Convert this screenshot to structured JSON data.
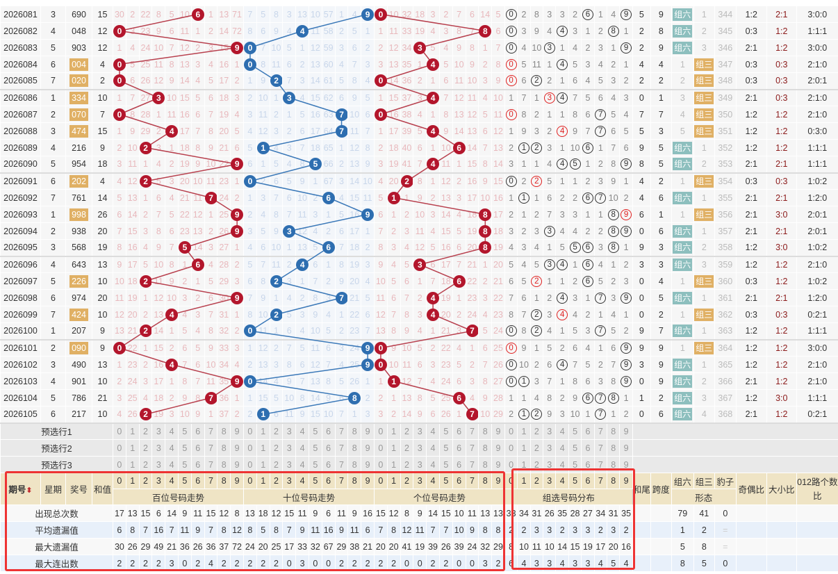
{
  "preselect_labels": [
    "预选行1",
    "预选行2",
    "预选行3"
  ],
  "header": {
    "period": "期号",
    "sort_icon": "sort-icon",
    "weekday": "星期",
    "number": "奖号",
    "sum": "和值",
    "hundreds": "百位号码走势",
    "tens": "十位号码走势",
    "units": "个位号码走势",
    "zuxuan": "组选号码分布",
    "sum_tail": "和尾",
    "span": "跨度",
    "zu6": "组六",
    "zu3": "组三",
    "baozi": "豹子",
    "form": "形态",
    "odd_even": "奇偶比",
    "big_small": "大小比",
    "road012": "012路个数比"
  },
  "digits": [
    "0",
    "1",
    "2",
    "3",
    "4",
    "5",
    "6",
    "7",
    "8",
    "9"
  ],
  "colors": {
    "red_ball": "#b3162c",
    "blue_ball": "#2e6eb0",
    "zu6": "#8dbfbe",
    "zu3": "#e0b064",
    "header": "#efe4c5"
  },
  "first_row_omission": {
    "hundreds": [
      30,
      2,
      22,
      8,
      5,
      10,
      0,
      1,
      13,
      71
    ],
    "tens": [
      7,
      5,
      8,
      3,
      13,
      10,
      57,
      1,
      4,
      0
    ],
    "units": [
      0,
      10,
      32,
      18,
      3,
      2,
      7,
      6,
      14,
      5
    ],
    "zuxuan": [
      0,
      2,
      8,
      3,
      3,
      2,
      0,
      1,
      4,
      0
    ]
  },
  "draws": [
    {
      "period": "2026081",
      "weekday": "3",
      "number": "690",
      "sum": "15",
      "sum_tail": "5",
      "span": "9",
      "form": "组六",
      "form_count": "1",
      "baozi_omit": "344",
      "odd_even": "1:2",
      "big_small": "2:1",
      "road012": "3:0:0"
    },
    {
      "period": "2026082",
      "weekday": "4",
      "number": "048",
      "sum": "12",
      "sum_tail": "2",
      "span": "8",
      "form": "组六",
      "form_count": "2",
      "baozi_omit": "345",
      "odd_even": "0:3",
      "big_small": "1:2",
      "road012": "1:1:1"
    },
    {
      "period": "2026083",
      "weekday": "5",
      "number": "903",
      "sum": "12",
      "sum_tail": "2",
      "span": "9",
      "form": "组六",
      "form_count": "3",
      "baozi_omit": "346",
      "odd_even": "2:1",
      "big_small": "1:2",
      "road012": "3:0:0"
    },
    {
      "period": "2026084",
      "weekday": "6",
      "number": "004",
      "sum": "4",
      "sum_tail": "4",
      "span": "4",
      "form": "组三",
      "form_count": "1",
      "baozi_omit": "347",
      "odd_even": "0:3",
      "big_small": "0:3",
      "road012": "2:1:0"
    },
    {
      "period": "2026085",
      "weekday": "7",
      "number": "020",
      "sum": "2",
      "sum_tail": "2",
      "span": "2",
      "form": "组三",
      "form_count": "2",
      "baozi_omit": "348",
      "odd_even": "0:3",
      "big_small": "0:3",
      "road012": "2:0:1"
    },
    {
      "period": "2026086",
      "weekday": "1",
      "number": "334",
      "sum": "10",
      "sum_tail": "0",
      "span": "1",
      "form": "组三",
      "form_count": "3",
      "baozi_omit": "349",
      "odd_even": "2:1",
      "big_small": "0:3",
      "road012": "2:1:0"
    },
    {
      "period": "2026087",
      "weekday": "2",
      "number": "070",
      "sum": "7",
      "sum_tail": "7",
      "span": "7",
      "form": "组三",
      "form_count": "4",
      "baozi_omit": "350",
      "odd_even": "1:2",
      "big_small": "1:2",
      "road012": "2:1:0"
    },
    {
      "period": "2026088",
      "weekday": "3",
      "number": "474",
      "sum": "15",
      "sum_tail": "5",
      "span": "3",
      "form": "组三",
      "form_count": "5",
      "baozi_omit": "351",
      "odd_even": "1:2",
      "big_small": "1:2",
      "road012": "0:3:0"
    },
    {
      "period": "2026089",
      "weekday": "4",
      "number": "216",
      "sum": "9",
      "sum_tail": "9",
      "span": "5",
      "form": "组六",
      "form_count": "1",
      "baozi_omit": "352",
      "odd_even": "1:2",
      "big_small": "1:2",
      "road012": "1:1:1"
    },
    {
      "period": "2026090",
      "weekday": "5",
      "number": "954",
      "sum": "18",
      "sum_tail": "8",
      "span": "5",
      "form": "组六",
      "form_count": "2",
      "baozi_omit": "353",
      "odd_even": "2:1",
      "big_small": "2:1",
      "road012": "1:1:1"
    },
    {
      "period": "2026091",
      "weekday": "6",
      "number": "202",
      "sum": "4",
      "sum_tail": "4",
      "span": "2",
      "form": "组三",
      "form_count": "1",
      "baozi_omit": "354",
      "odd_even": "0:3",
      "big_small": "0:3",
      "road012": "1:0:2"
    },
    {
      "period": "2026092",
      "weekday": "7",
      "number": "761",
      "sum": "14",
      "sum_tail": "4",
      "span": "6",
      "form": "组六",
      "form_count": "1",
      "baozi_omit": "355",
      "odd_even": "2:1",
      "big_small": "2:1",
      "road012": "1:2:0"
    },
    {
      "period": "2026093",
      "weekday": "1",
      "number": "998",
      "sum": "26",
      "sum_tail": "6",
      "span": "1",
      "form": "组三",
      "form_count": "1",
      "baozi_omit": "356",
      "odd_even": "2:1",
      "big_small": "3:0",
      "road012": "2:0:1"
    },
    {
      "period": "2026094",
      "weekday": "2",
      "number": "938",
      "sum": "20",
      "sum_tail": "0",
      "span": "6",
      "form": "组六",
      "form_count": "1",
      "baozi_omit": "357",
      "odd_even": "2:1",
      "big_small": "2:1",
      "road012": "2:0:1"
    },
    {
      "period": "2026095",
      "weekday": "3",
      "number": "568",
      "sum": "19",
      "sum_tail": "9",
      "span": "3",
      "form": "组六",
      "form_count": "2",
      "baozi_omit": "358",
      "odd_even": "1:2",
      "big_small": "3:0",
      "road012": "1:0:2"
    },
    {
      "period": "2026096",
      "weekday": "4",
      "number": "643",
      "sum": "13",
      "sum_tail": "3",
      "span": "3",
      "form": "组六",
      "form_count": "3",
      "baozi_omit": "359",
      "odd_even": "1:2",
      "big_small": "1:2",
      "road012": "2:1:0"
    },
    {
      "period": "2026097",
      "weekday": "5",
      "number": "226",
      "sum": "10",
      "sum_tail": "0",
      "span": "4",
      "form": "组三",
      "form_count": "1",
      "baozi_omit": "360",
      "odd_even": "0:3",
      "big_small": "1:2",
      "road012": "1:0:2"
    },
    {
      "period": "2026098",
      "weekday": "6",
      "number": "974",
      "sum": "20",
      "sum_tail": "0",
      "span": "5",
      "form": "组六",
      "form_count": "1",
      "baozi_omit": "361",
      "odd_even": "2:1",
      "big_small": "2:1",
      "road012": "1:2:0"
    },
    {
      "period": "2026099",
      "weekday": "7",
      "number": "424",
      "sum": "10",
      "sum_tail": "0",
      "span": "2",
      "form": "组三",
      "form_count": "1",
      "baozi_omit": "362",
      "odd_even": "0:3",
      "big_small": "0:3",
      "road012": "0:2:1"
    },
    {
      "period": "2026100",
      "weekday": "1",
      "number": "207",
      "sum": "9",
      "sum_tail": "9",
      "span": "7",
      "form": "组六",
      "form_count": "1",
      "baozi_omit": "363",
      "odd_even": "1:2",
      "big_small": "1:2",
      "road012": "1:1:1"
    },
    {
      "period": "2026101",
      "weekday": "2",
      "number": "090",
      "sum": "9",
      "sum_tail": "9",
      "span": "9",
      "form": "组三",
      "form_count": "1",
      "baozi_omit": "364",
      "odd_even": "1:2",
      "big_small": "1:2",
      "road012": "3:0:0"
    },
    {
      "period": "2026102",
      "weekday": "3",
      "number": "490",
      "sum": "13",
      "sum_tail": "3",
      "span": "9",
      "form": "组六",
      "form_count": "1",
      "baozi_omit": "365",
      "odd_even": "1:2",
      "big_small": "1:2",
      "road012": "2:1:0"
    },
    {
      "period": "2026103",
      "weekday": "4",
      "number": "901",
      "sum": "10",
      "sum_tail": "0",
      "span": "9",
      "form": "组六",
      "form_count": "2",
      "baozi_omit": "366",
      "odd_even": "2:1",
      "big_small": "1:2",
      "road012": "2:1:0"
    },
    {
      "period": "2026104",
      "weekday": "5",
      "number": "786",
      "sum": "21",
      "sum_tail": "1",
      "span": "2",
      "form": "组六",
      "form_count": "3",
      "baozi_omit": "367",
      "odd_even": "1:2",
      "big_small": "3:0",
      "road012": "1:1:1"
    },
    {
      "period": "2026105",
      "weekday": "6",
      "number": "217",
      "sum": "10",
      "sum_tail": "0",
      "span": "6",
      "form": "组六",
      "form_count": "4",
      "baozi_omit": "368",
      "odd_even": "2:1",
      "big_small": "1:2",
      "road012": "0:2:1"
    }
  ],
  "stats": [
    {
      "label": "出现总次数",
      "hundreds": [
        "17",
        "13",
        "15",
        "6",
        "14",
        "9",
        "11",
        "15",
        "12",
        "8"
      ],
      "tens": [
        "13",
        "18",
        "12",
        "15",
        "11",
        "9",
        "6",
        "11",
        "9",
        "16"
      ],
      "units": [
        "15",
        "12",
        "8",
        "9",
        "14",
        "15",
        "10",
        "11",
        "13",
        "13"
      ],
      "zuxuan": [
        "33",
        "34",
        "31",
        "26",
        "35",
        "28",
        "27",
        "34",
        "31",
        "35"
      ],
      "form": [
        "79",
        "41",
        "0"
      ]
    },
    {
      "label": "平均遗漏值",
      "hundreds": [
        "6",
        "8",
        "7",
        "16",
        "7",
        "11",
        "9",
        "7",
        "8",
        "12"
      ],
      "tens": [
        "8",
        "5",
        "8",
        "7",
        "9",
        "11",
        "16",
        "9",
        "11",
        "6"
      ],
      "units": [
        "7",
        "8",
        "12",
        "11",
        "7",
        "7",
        "10",
        "9",
        "8",
        "8"
      ],
      "zuxuan": [
        "2",
        "2",
        "3",
        "3",
        "2",
        "3",
        "3",
        "2",
        "3",
        "2"
      ],
      "form": [
        "1",
        "2",
        "="
      ]
    },
    {
      "label": "最大遗漏值",
      "hundreds": [
        "30",
        "26",
        "29",
        "49",
        "21",
        "36",
        "26",
        "36",
        "37",
        "72"
      ],
      "tens": [
        "24",
        "20",
        "25",
        "17",
        "33",
        "32",
        "67",
        "29",
        "38",
        "21"
      ],
      "units": [
        "20",
        "20",
        "41",
        "19",
        "39",
        "26",
        "39",
        "24",
        "32",
        "29"
      ],
      "zuxuan": [
        "8",
        "10",
        "11",
        "10",
        "14",
        "15",
        "19",
        "17",
        "20",
        "16"
      ],
      "form": [
        "5",
        "8",
        "="
      ]
    },
    {
      "label": "最大连出数",
      "hundreds": [
        "2",
        "2",
        "2",
        "2",
        "3",
        "0",
        "2",
        "4",
        "2",
        "2"
      ],
      "tens": [
        "2",
        "2",
        "2",
        "0",
        "3",
        "0",
        "0",
        "2",
        "2",
        "2"
      ],
      "units": [
        "2",
        "2",
        "0",
        "0",
        "2",
        "2",
        "0",
        "0",
        "3",
        "2"
      ],
      "zuxuan": [
        "6",
        "4",
        "3",
        "3",
        "4",
        "3",
        "3",
        "4",
        "5",
        "4"
      ],
      "form": [
        "8",
        "5",
        "0"
      ]
    }
  ]
}
